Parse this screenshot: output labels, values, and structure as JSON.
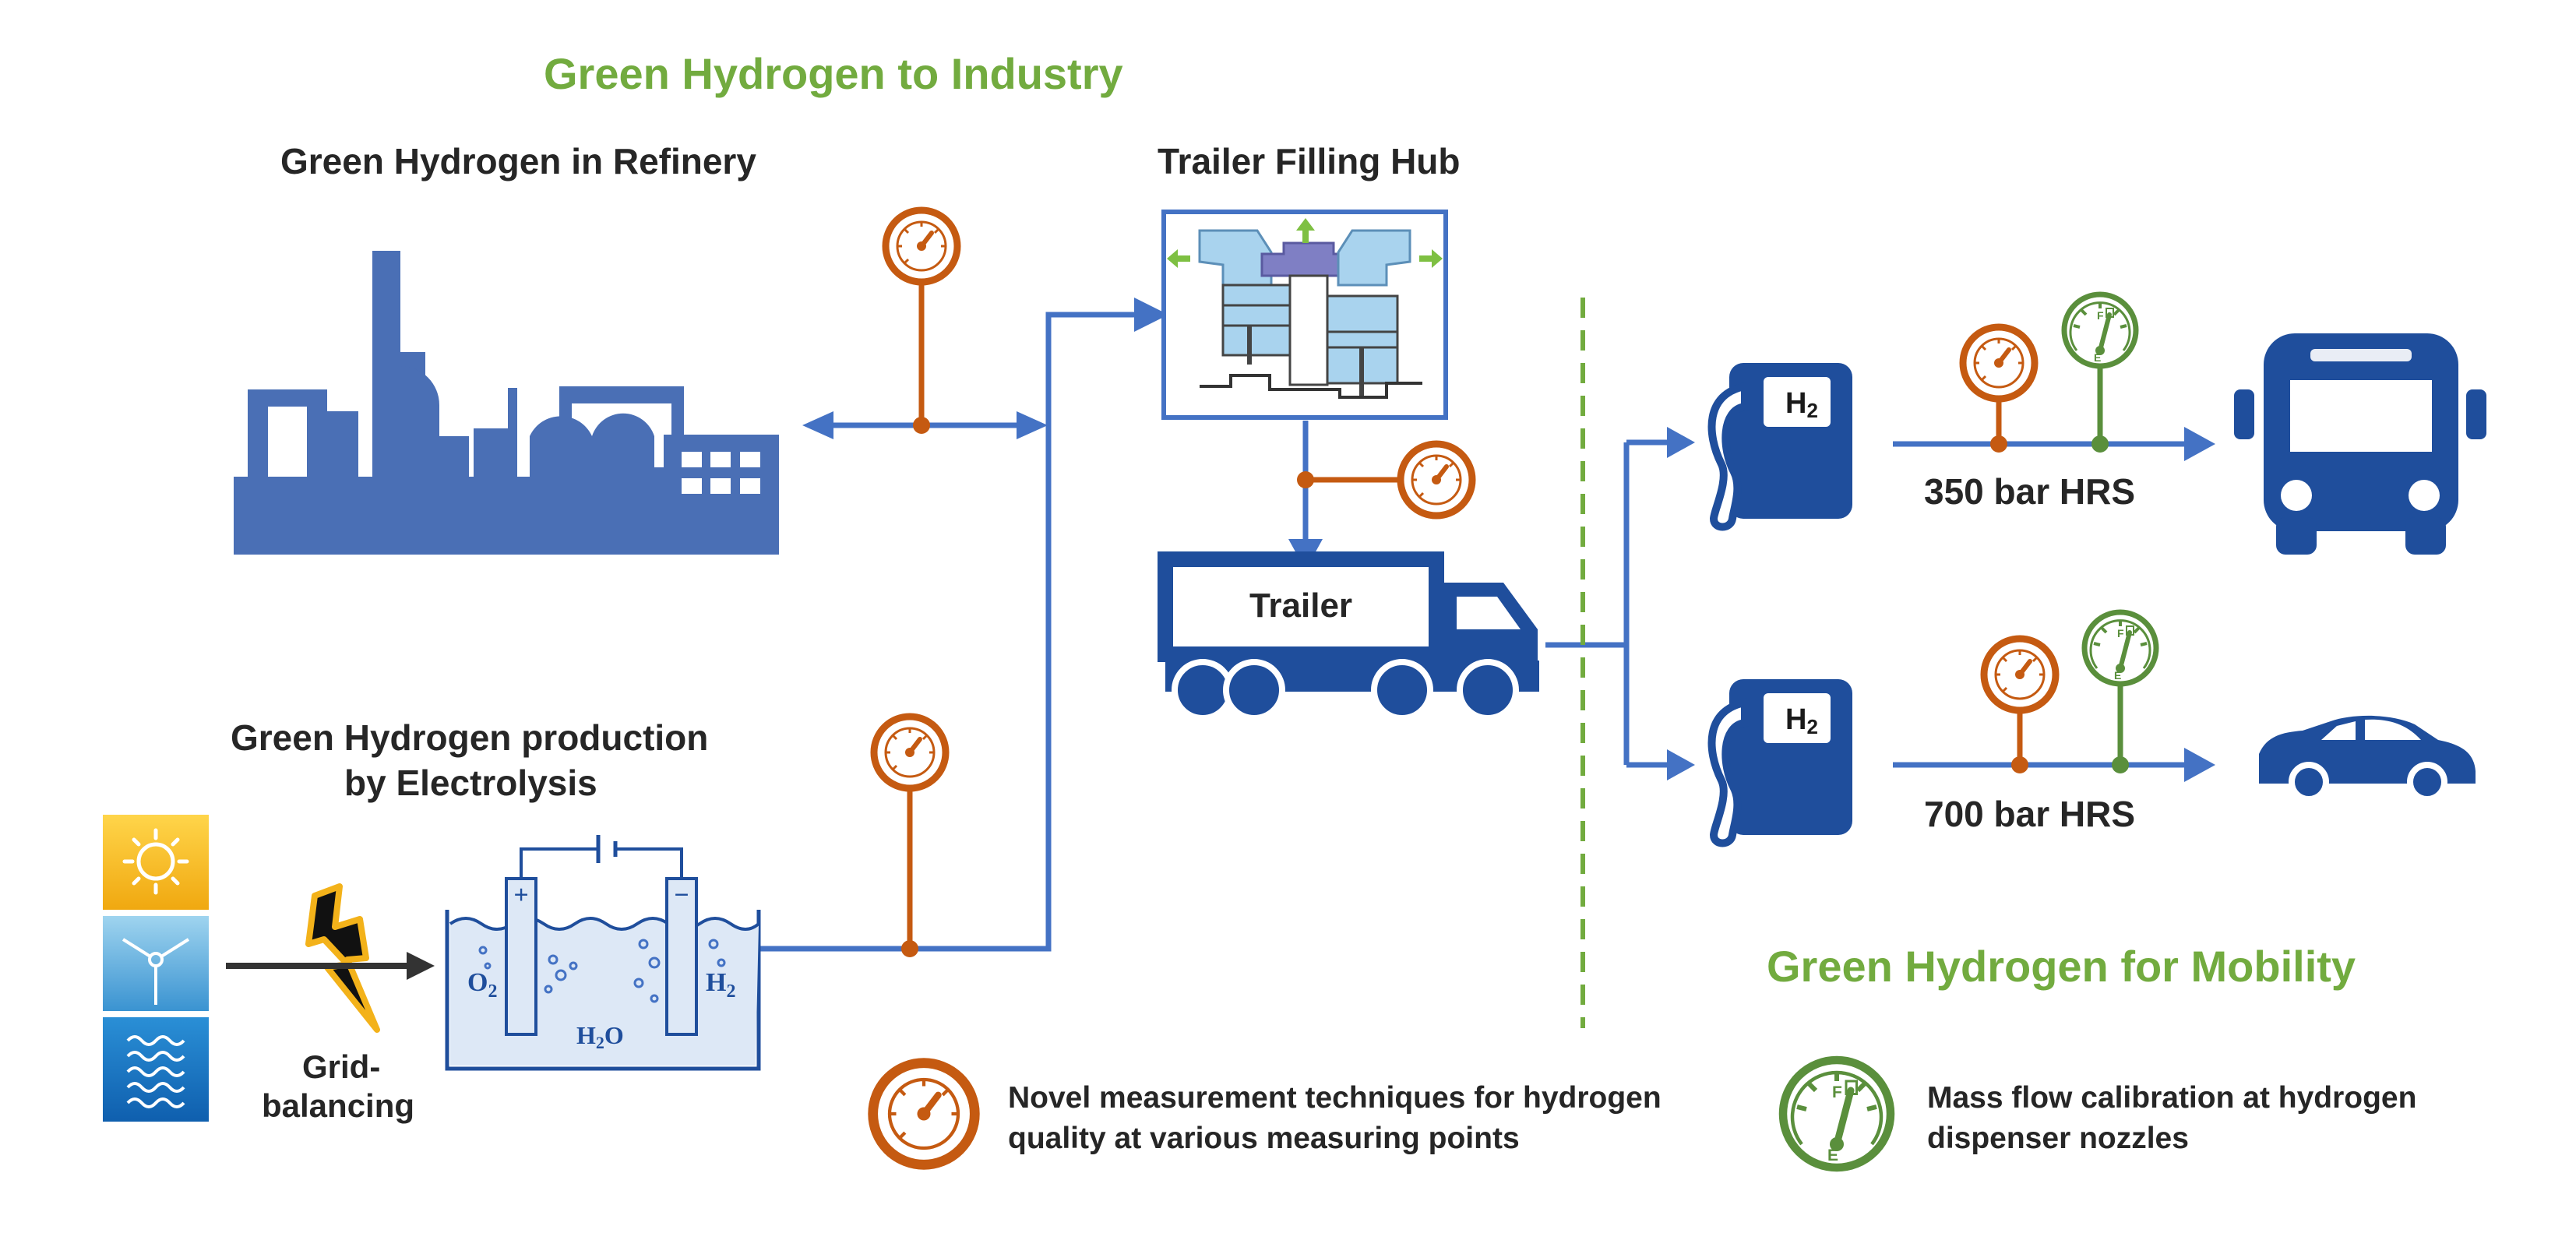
{
  "headings": {
    "industry": "Green Hydrogen to Industry",
    "mobility": "Green Hydrogen for Mobility"
  },
  "sections": {
    "refinery": "Green Hydrogen in Refinery",
    "hub": "Trailer Filling Hub",
    "production_line1": "Green Hydrogen production",
    "production_line2": "by Electrolysis"
  },
  "trailer_label": "Trailer",
  "grid_line1": "Grid-",
  "grid_line2": "balancing",
  "stations": {
    "bar350": "350 bar HRS",
    "bar700": "700 bar HRS",
    "pump_label": "H",
    "pump_sub": "2"
  },
  "electrolysis": {
    "o2": "O",
    "h2": "H",
    "h2o": "H",
    "sub2": "2",
    "water_o": "O",
    "plus": "+",
    "minus": "−"
  },
  "legend": {
    "quality_line1": "Novel measurement techniques for hydrogen",
    "quality_line2": "quality at various measuring points",
    "massflow_line1": "Mass flow calibration at hydrogen",
    "massflow_line2": "dispenser nozzles"
  },
  "colors": {
    "flow_blue": "#4472c4",
    "dark_blue": "#1f4e9c",
    "gauge_orange": "#c55a11",
    "meter_green": "#5a8f3c",
    "heading_green": "#72ab3f"
  }
}
